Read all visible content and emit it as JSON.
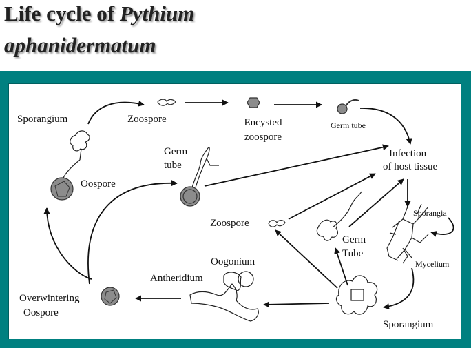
{
  "title": {
    "line1_prefix": "Life cycle of ",
    "line1_italic": "Pythium",
    "line2": "aphanidermatum"
  },
  "colors": {
    "frame": "#008080",
    "spore_fill": "#8c8c8c",
    "line": "#111111"
  },
  "labels": {
    "sporangium_top": "Sporangium",
    "zoospore_top": "Zoospore",
    "encysted_line1": "Encysted",
    "encysted_line2": "zoospore",
    "germ_tube_top": "Germ tube",
    "germ_tube_left_line1": "Germ",
    "germ_tube_left_line2": "tube",
    "oospore": "Oospore",
    "infection_line1": "Infection",
    "infection_line2": "of host tissue",
    "zoospore_mid": "Zoospore",
    "sporangia": "Sporangia",
    "germ_tube_mid_line1": "Germ",
    "germ_tube_mid_line2": "Tube",
    "mycelium": "Mycelium",
    "oogonium": "Oogonium",
    "antheridium": "Antheridium",
    "overwintering_line1": "Overwintering",
    "overwintering_line2": "Oospore",
    "sporangium_bottom": "Sporangium"
  }
}
